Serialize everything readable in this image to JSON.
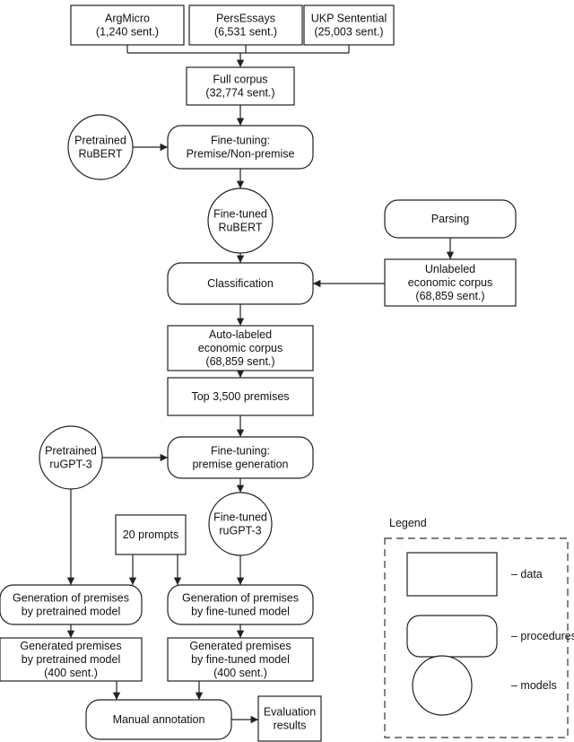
{
  "nodes": {
    "argmicro": {
      "lines": [
        "ArgMicro",
        "(1,240 sent.)"
      ]
    },
    "persessays": {
      "lines": [
        "PersEssays",
        "(6,531 sent.)"
      ]
    },
    "ukp": {
      "lines": [
        "UKP Sentential",
        "(25,003 sent.)"
      ]
    },
    "full_corpus": {
      "lines": [
        "Full corpus",
        "(32,774 sent.)"
      ]
    },
    "pretrained_rubert": {
      "lines": [
        "Pretrained",
        "RuBERT"
      ]
    },
    "finetune_premise": {
      "lines": [
        "Fine-tuning:",
        "Premise/Non-premise"
      ]
    },
    "finetuned_rubert": {
      "lines": [
        "Fine-tuned",
        "RuBERT"
      ]
    },
    "parsing": {
      "lines": [
        "Parsing"
      ]
    },
    "classification": {
      "lines": [
        "Classification"
      ]
    },
    "unlabeled": {
      "lines": [
        "Unlabeled",
        "economic corpus",
        "(68,859 sent.)"
      ]
    },
    "autolabeled": {
      "lines": [
        "Auto-labeled",
        "economic corpus",
        "(68,859 sent.)"
      ]
    },
    "top_premises": {
      "lines": [
        "Top 3,500 premises"
      ]
    },
    "pretrained_rugpt": {
      "lines": [
        "Pretrained",
        "ruGPT-3"
      ]
    },
    "finetune_generation": {
      "lines": [
        "Fine-tuning:",
        "premise generation"
      ]
    },
    "prompts": {
      "lines": [
        "20 prompts"
      ]
    },
    "finetuned_rugpt": {
      "lines": [
        "Fine-tuned",
        "ruGPT-3"
      ]
    },
    "gen_pretrained": {
      "lines": [
        "Generation of premises",
        "by pretrained model"
      ]
    },
    "gen_finetuned": {
      "lines": [
        "Generation of premises",
        "by fine-tuned model"
      ]
    },
    "generated_pretrained": {
      "lines": [
        "Generated premises",
        "by pretrained model",
        "(400 sent.)"
      ]
    },
    "generated_finetuned": {
      "lines": [
        "Generated premises",
        "by fine-tuned model",
        "(400 sent.)"
      ]
    },
    "manual_annotation": {
      "lines": [
        "Manual annotation"
      ]
    },
    "evaluation": {
      "lines": [
        "Evaluation",
        "results"
      ]
    }
  },
  "legend": {
    "title": "Legend",
    "items": [
      {
        "shape": "rect",
        "label": "– data"
      },
      {
        "shape": "rounded",
        "label": "– procedures"
      },
      {
        "shape": "circle",
        "label": "– models"
      }
    ]
  }
}
